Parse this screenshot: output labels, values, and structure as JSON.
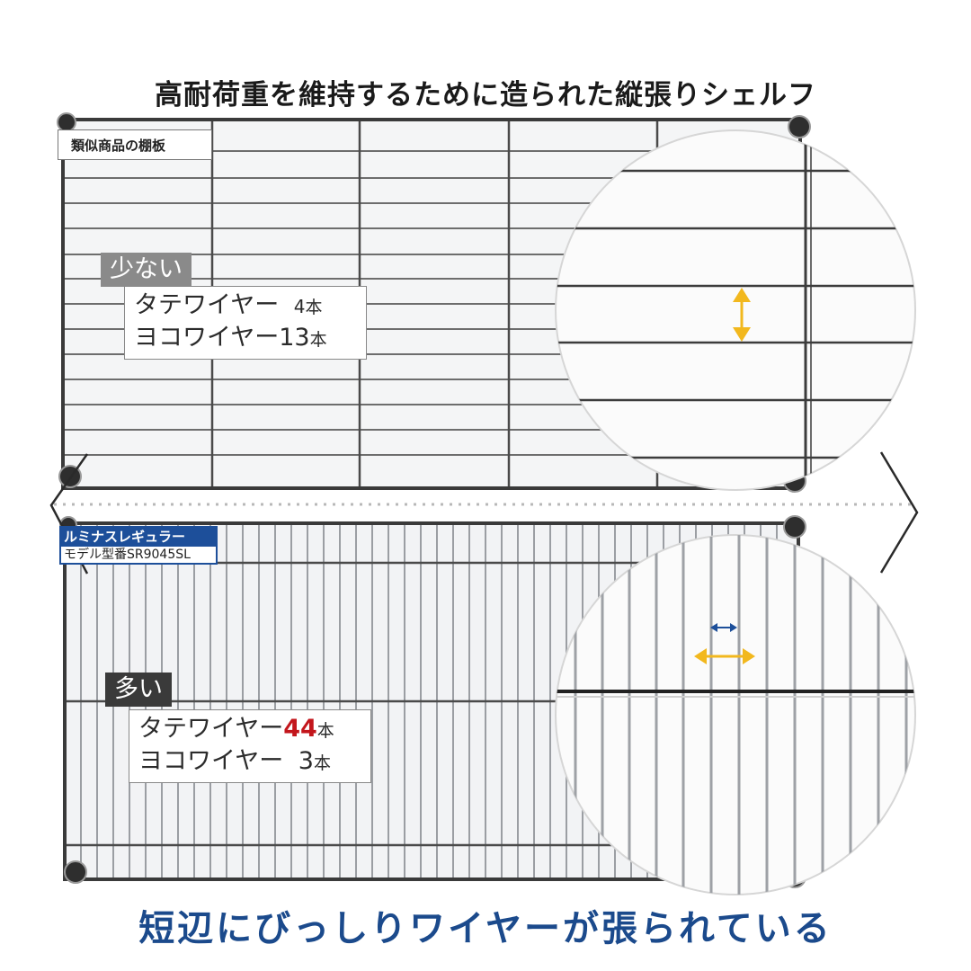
{
  "header": {
    "title": "高耐荷重を維持するために造られた縦張りシェルフ"
  },
  "top_shelf": {
    "caption": "類似商品の棚板",
    "tag": "少ない",
    "vertical_wire_label": "タテワイヤー",
    "vertical_wire_count": "4",
    "horizontal_wire_label": "ヨコワイヤー",
    "horizontal_wire_count": "13",
    "unit": "本",
    "zoom_arrow": "vertical-double-arrow",
    "arrow_color": "#f2b81e"
  },
  "bottom_shelf": {
    "brand": "ルミナスレギュラー",
    "model": "モデル型番SR9045SL",
    "tag": "多い",
    "vertical_wire_label": "タテワイヤー",
    "vertical_wire_count": "44",
    "horizontal_wire_label": "ヨコワイヤー",
    "horizontal_wire_count": "3",
    "unit": "本",
    "zoom_arrows": [
      "horizontal-double-arrow-small",
      "horizontal-double-arrow-large"
    ],
    "arrow_colors": {
      "small": "#1d4f9a",
      "large": "#f2b81e"
    },
    "highlight_color": "#c3161c",
    "brand_color": "#1d4f9a"
  },
  "navigation": {
    "prev": "‹",
    "next": "›"
  },
  "footer": {
    "tagline": "短辺にびっしりワイヤーが張られている",
    "color": "#1b4a8c"
  }
}
